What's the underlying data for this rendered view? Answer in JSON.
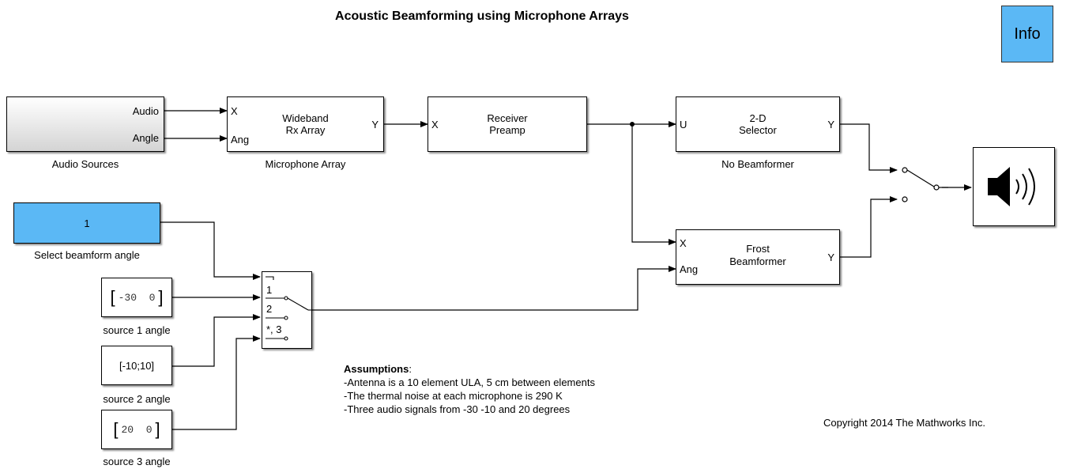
{
  "title": "Acoustic Beamforming using Microphone Arrays",
  "info_label": "Info",
  "blocks": {
    "audio_sources": {
      "ports": [
        "Audio",
        "Angle"
      ],
      "caption": "Audio Sources"
    },
    "mic_array": {
      "in_ports": [
        "X",
        "Ang"
      ],
      "out_port": "Y",
      "line1": "Wideband",
      "line2": "Rx Array",
      "caption": "Microphone Array"
    },
    "preamp": {
      "in_port": "X",
      "line1": "Receiver",
      "line2": "Preamp"
    },
    "selector": {
      "in_port": "U",
      "out_port": "Y",
      "line1": "2-D",
      "line2": "Selector",
      "caption": "No Beamformer"
    },
    "frost": {
      "in_ports": [
        "X",
        "Ang"
      ],
      "out_port": "Y",
      "line1": "Frost",
      "line2": "Beamformer"
    },
    "select_angle": {
      "value": "1",
      "caption": "Select beamform angle"
    },
    "source1": {
      "value": "-30  0",
      "caption": "source 1 angle"
    },
    "source2": {
      "value": "[-10;10]",
      "caption": "source 2 angle"
    },
    "source3": {
      "value": "20  0",
      "caption": "source 3 angle"
    },
    "multiport_switch": {
      "ports": [
        "1",
        "2",
        "*, 3"
      ]
    },
    "speaker": {
      "icon": "speaker-icon"
    }
  },
  "assumptions": {
    "heading": "Assumptions",
    "lines": [
      "-Antenna is a 10 element ULA, 5 cm between elements",
      "-The thermal noise at each microphone is 290 K",
      "-Three audio signals from -30 -10 and 20 degrees"
    ]
  },
  "copyright": "Copyright 2014 The Mathworks Inc.",
  "colors": {
    "accent_blue": "#5bb8f5",
    "wire": "#000000"
  }
}
